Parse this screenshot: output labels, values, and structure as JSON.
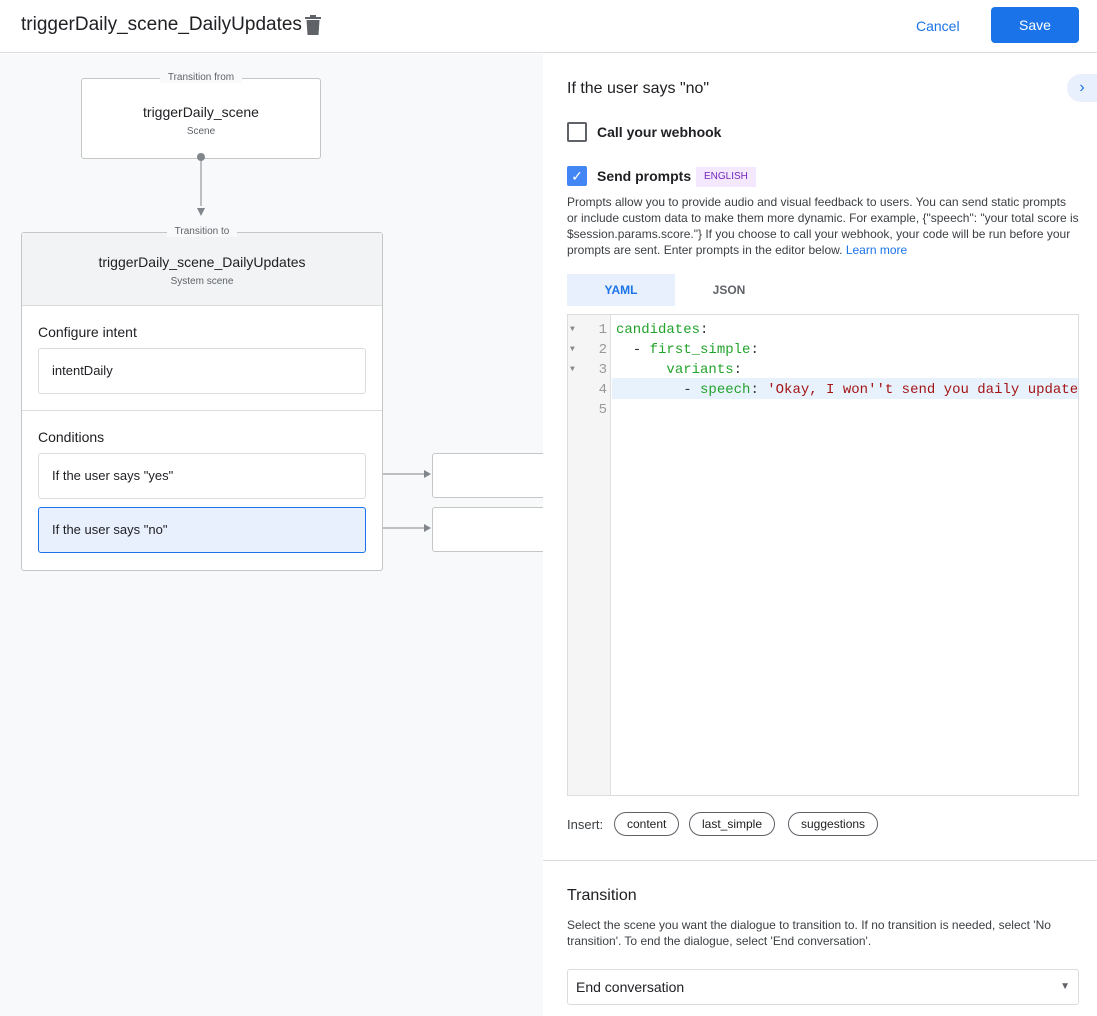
{
  "header": {
    "title": "triggerDaily_scene_DailyUpdates",
    "cancel": "Cancel",
    "save": "Save"
  },
  "canvas": {
    "from": {
      "legend": "Transition from",
      "name": "triggerDaily_scene",
      "type": "Scene"
    },
    "to": {
      "legend": "Transition to",
      "name": "triggerDaily_scene_DailyUpdates",
      "type": "System scene",
      "intent_label": "Configure intent",
      "intent": "intentDaily",
      "conditions_label": "Conditions",
      "conditions": [
        "If the user says \"yes\"",
        "If the user says \"no\""
      ]
    }
  },
  "panel": {
    "title": "If the user says \"no\"",
    "webhook": {
      "label": "Call your webhook",
      "checked": false
    },
    "prompts": {
      "label": "Send prompts",
      "checked": true,
      "badge": "ENGLISH",
      "description": "Prompts allow you to provide audio and visual feedback to users. You can send static prompts or include custom data to make them more dynamic. For example, {\"speech\": \"your total score is $session.params.score.\"} If you choose to call your webhook, your code will be run before your prompts are sent. Enter prompts in the editor below.",
      "learn_more": "Learn more"
    },
    "tabs": [
      "YAML",
      "JSON"
    ],
    "active_tab": "YAML",
    "code": {
      "line1_key": "candidates",
      "line2_key": "first_simple",
      "line3_key": "variants",
      "line4_key": "speech",
      "line4_val": "'Okay, I won''t send you daily update"
    },
    "line_numbers": [
      "1",
      "2",
      "3",
      "4",
      "5"
    ],
    "insert_label": "Insert:",
    "insert_chips": [
      "content",
      "last_simple",
      "suggestions"
    ],
    "transition": {
      "title": "Transition",
      "description": "Select the scene you want the dialogue to transition to. If no transition is needed, select 'No transition'. To end the dialogue, select 'End conversation'.",
      "selected": "End conversation"
    }
  },
  "colors": {
    "accent": "#1a73e8",
    "selected_condition": "#e8f0fe",
    "badge_bg": "#f3e8fd",
    "badge_text": "#7627bb"
  }
}
